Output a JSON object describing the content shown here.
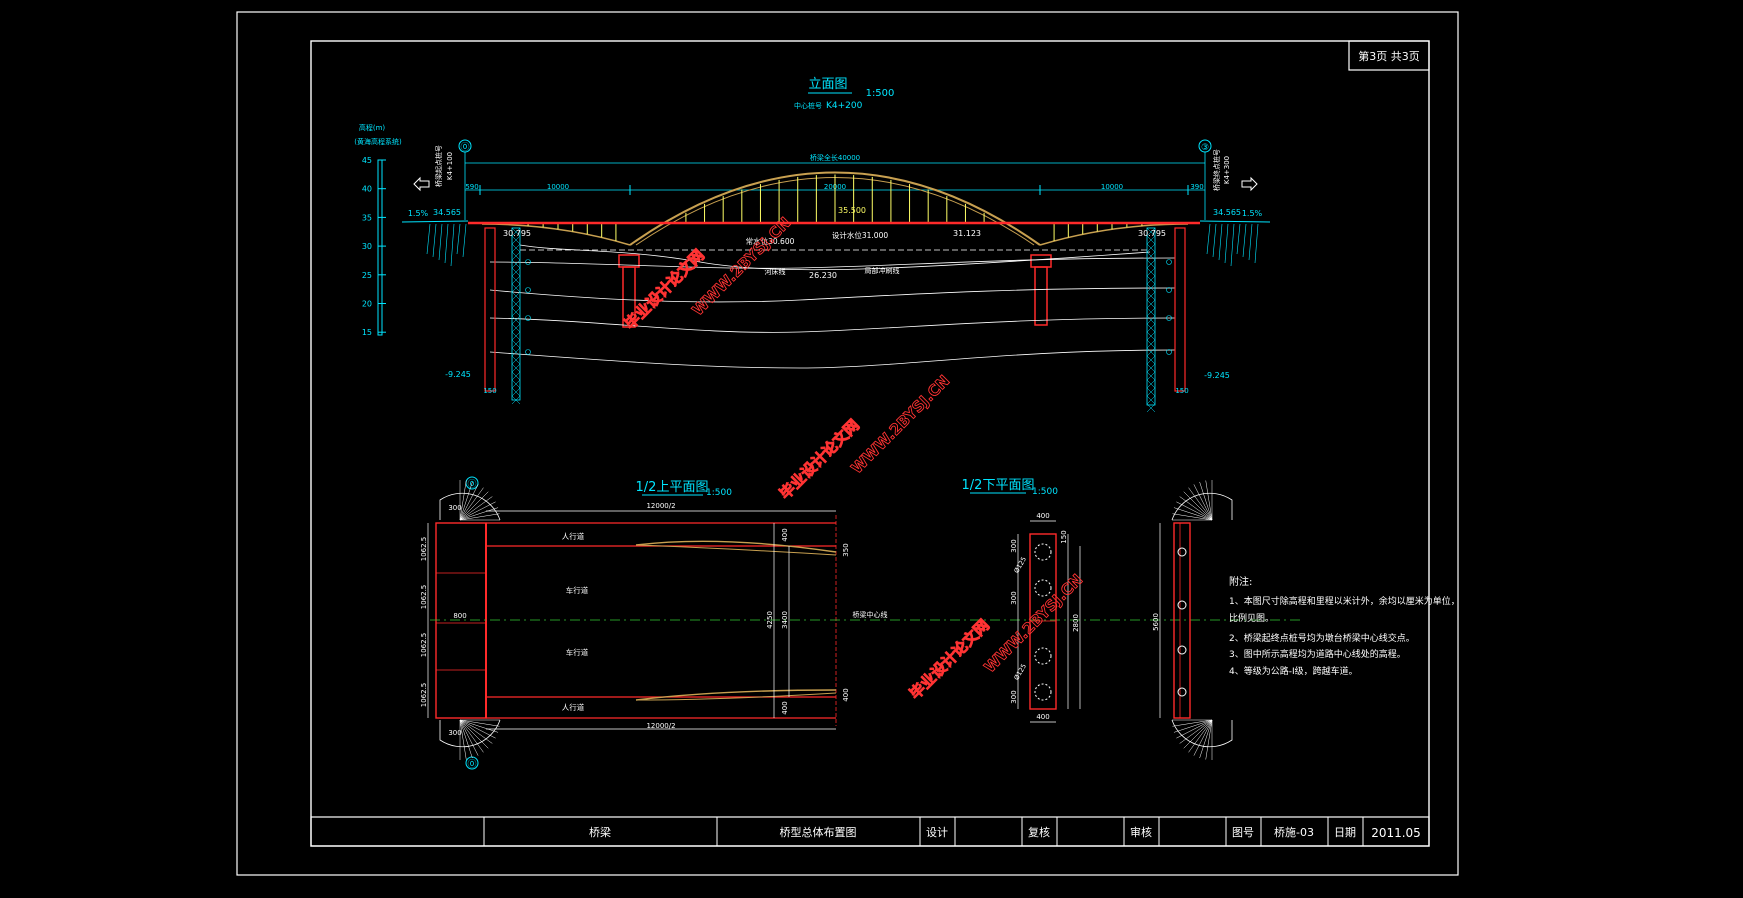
{
  "sheet": {
    "page": "第3页 共3页"
  },
  "elevation": {
    "title": "立面图",
    "scale": "1:500",
    "station_label": "中心桩号",
    "station": "K4+200",
    "axis_title": "高程(m)",
    "axis_sub": "(黄海高程系统)",
    "axis_ticks": [
      "45",
      "40",
      "35",
      "30",
      "25",
      "20",
      "15"
    ],
    "dims": {
      "total": "桥梁全长40000",
      "left_span": "10000",
      "mid_span": "20000",
      "right_span": "10000",
      "left_end": "590",
      "right_end": "390"
    },
    "marks": {
      "left_pier": "⓪",
      "right_pier": "③"
    },
    "levels": {
      "left_road": "34.565",
      "right_road": "34.565",
      "grade_left": "1.5%",
      "grade_right": "1.5%",
      "crown": "35.500",
      "left_bank": "30.795",
      "right_bank": "30.795",
      "mean_water": "常水位30.600",
      "flood_water": "设计水位31.000",
      "pier_top_right": "31.123",
      "riverbed": "河床线",
      "riverbed_level": "26.230",
      "scour": "局部冲刷线",
      "pile_left": "-9.245",
      "pile_right": "-9.245",
      "pile_width_left": "150",
      "pile_width_right": "150"
    },
    "left_station": "K4+100",
    "right_station": "K4+300",
    "left_station_label": "桥梁起点桩号",
    "right_station_label": "桥梁终点桩号"
  },
  "plan": {
    "title": "1/2上平面图",
    "scale": "1:500",
    "dims": {
      "top": "12000/2",
      "bottom": "12000/2",
      "left_w": "800",
      "h1": "1062.5",
      "h2": "1062.5",
      "h3": "1062.5",
      "h4": "1062.5",
      "inner": "3400",
      "total": "4250",
      "walk": "400",
      "rail_top": "350",
      "rail_bottom": "400",
      "end_top": "400",
      "end_bot": "400",
      "abut_top": "300",
      "abut_bot": "300"
    },
    "labels": {
      "walk_top": "人行道",
      "lane_top": "车行道",
      "lane_bot": "车行道",
      "walk_bot": "人行道",
      "center": "桥梁中心线"
    },
    "marks": {
      "top": "⓪",
      "bottom": "⓪"
    }
  },
  "underside": {
    "title": "1/2下平面图",
    "scale": "1:500",
    "dims": {
      "top": "400",
      "bottom": "400",
      "a": "300",
      "b": "150",
      "c": "300",
      "d": "300",
      "total": "2800",
      "total_right": "5600",
      "r1": "Ø125",
      "r2": "Ø125"
    }
  },
  "notes": {
    "title": "附注:",
    "items": [
      "1、本图尺寸除高程和里程以米计外，余均以厘米为单位，",
      "比例见图。",
      "2、桥梁起终点桩号均为墩台桥梁中心线交点。",
      "3、图中所示高程均为道路中心线处的高程。",
      "4、等级为公路-Ⅰ级，跨越车道。"
    ]
  },
  "title_block": {
    "project": "桥梁",
    "drawing": "桥型总体布置图",
    "design_label": "设计",
    "check_label": "复核",
    "review_label": "审核",
    "no_label": "图号",
    "no": "桥施-03",
    "date_label": "日期",
    "date": "2011.05"
  },
  "watermark": {
    "text1": "毕业设计论文网",
    "text2": "WWW.2BYSJ.CN"
  },
  "colors": {
    "frame": "#ffffff",
    "cyan": "#00e5ff",
    "red": "#ff2a2a",
    "yellow": "#ffff66",
    "brown": "#c8a050",
    "green": "#33cc33"
  }
}
